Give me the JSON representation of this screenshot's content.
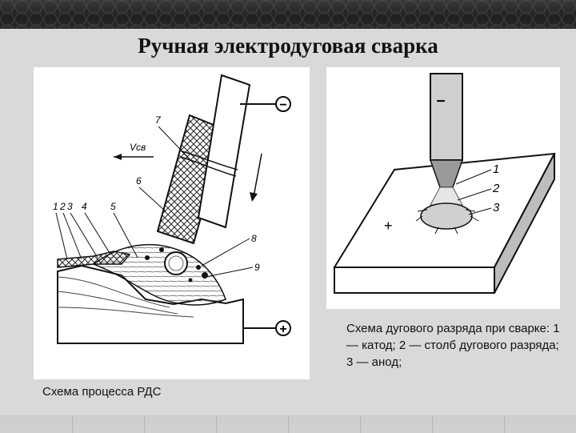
{
  "slide": {
    "title": "Ручная электродуговая сварка",
    "caption_left": "Схема процесса РДС",
    "caption_right": "Схема дугового разряда при сварке: 1 — катод; 2 — столб дугового разряда; 3 — анод;"
  },
  "figure_left": {
    "minus": "−",
    "plus": "+",
    "velocity": "Vсв",
    "labels": [
      "1",
      "2",
      "3",
      "4",
      "5",
      "6",
      "7",
      "8",
      "9"
    ]
  },
  "figure_right": {
    "minus": "−",
    "plus": "+",
    "labels": [
      "1",
      "2",
      "3"
    ]
  }
}
